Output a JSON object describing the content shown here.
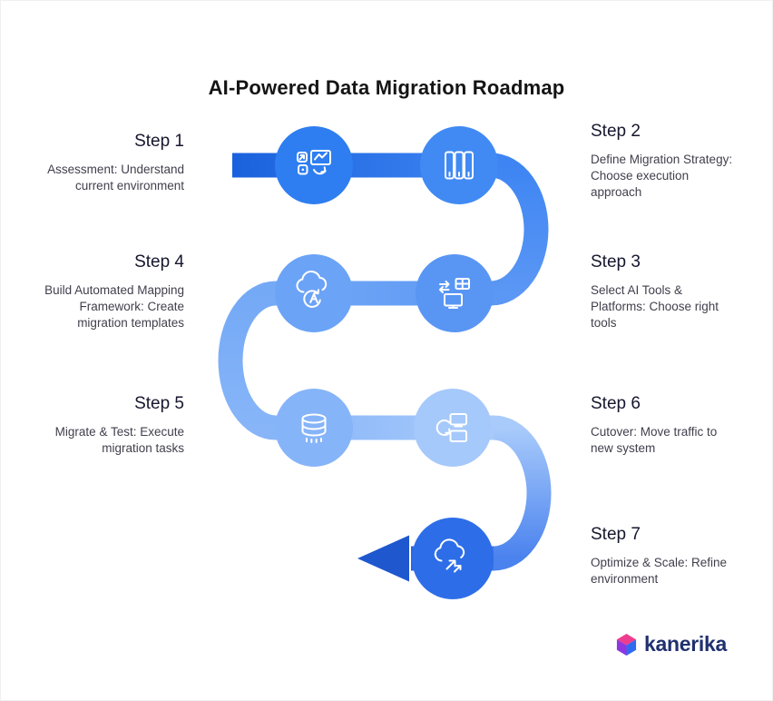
{
  "title": "AI-Powered Data Migration Roadmap",
  "steps": [
    {
      "label": "Step 1",
      "description": "Assessment: Understand\ncurrent environment",
      "icon": "assessment-icon"
    },
    {
      "label": "Step 2",
      "description": "Define Migration Strategy:\nChoose execution\napproach",
      "icon": "data-archive-icon"
    },
    {
      "label": "Step 3",
      "description": "Select AI Tools &\nPlatforms: Choose right\ntools",
      "icon": "tools-platforms-icon"
    },
    {
      "label": "Step 4",
      "description": "Build Automated Mapping\nFramework: Create\nmigration templates",
      "icon": "ai-cloud-mapping-icon"
    },
    {
      "label": "Step 5",
      "description": "Migrate & Test: Execute\nmigration tasks",
      "icon": "database-icon"
    },
    {
      "label": "Step 6",
      "description": "Cutover: Move traffic to\nnew system",
      "icon": "cutover-sync-icon"
    },
    {
      "label": "Step 7",
      "description": "Optimize & Scale: Refine\nenvironment",
      "icon": "optimize-scale-icon"
    }
  ],
  "colors": {
    "path_start_blue": "#1a62dd",
    "path_bright_blue": "#3e85f3",
    "path_medium_blue": "#5b97f4",
    "path_soft_blue": "#74a9f6",
    "path_light_blue": "#87b5f8",
    "path_lightest_blue": "#a9cbfb",
    "path_deep_blue": "#2a64de",
    "arrow_navy": "#1f57cf",
    "title_text": "#141414",
    "heading_text": "#16162e",
    "body_text": "#403f4c",
    "brand_navy": "#20306f",
    "brand_pink": "#ee3d8f",
    "brand_purple": "#8f36e0",
    "brand_blue": "#2f6bf0"
  },
  "brand": {
    "name": "kanerika"
  }
}
